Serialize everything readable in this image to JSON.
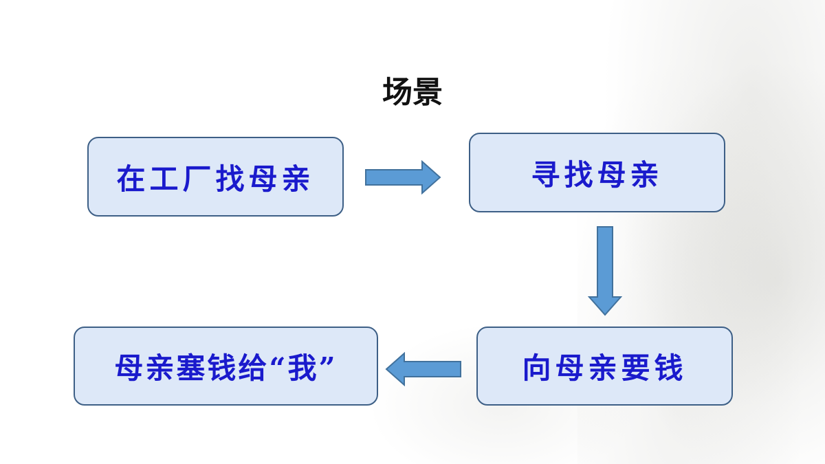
{
  "title": "场景",
  "nodes": {
    "start": "在工厂找母亲",
    "search": "寻找母亲",
    "ask": "向母亲要钱",
    "give": "母亲塞钱给“我”"
  },
  "colors": {
    "box_fill": "#dde8f8",
    "box_border": "#3d5f86",
    "label_text": "#1a1acc",
    "arrow_fill": "#5b9bd5",
    "arrow_stroke": "#41719c"
  }
}
